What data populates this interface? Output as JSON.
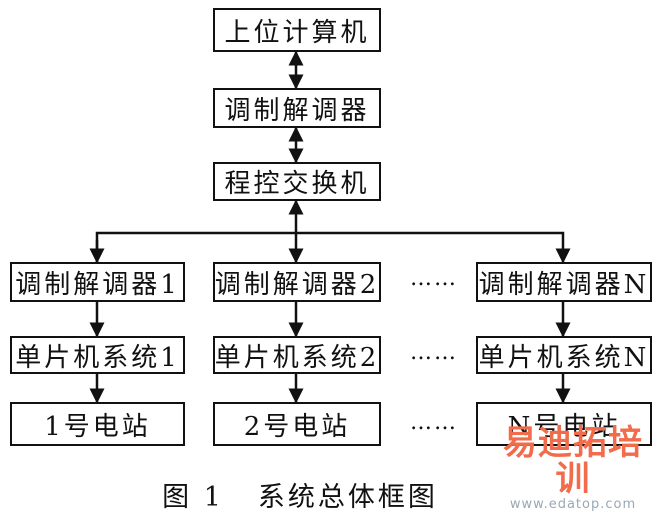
{
  "nodes": {
    "host": "上位计算机",
    "modem": "调制解调器",
    "switch": "程控交换机",
    "modem1": "调制解调器1",
    "modem2": "调制解调器2",
    "modemN": "调制解调器N",
    "mcu1": "单片机系统1",
    "mcu2": "单片机系统2",
    "mcuN": "单片机系统N",
    "station1": "1号电站",
    "station2": "2号电站",
    "stationN": "N号电站"
  },
  "ellipsis": "……",
  "caption": {
    "number": "图 1",
    "title": "系统总体框图"
  },
  "watermark": {
    "text": "易迪拓培训",
    "url": "www.edatop.com"
  }
}
